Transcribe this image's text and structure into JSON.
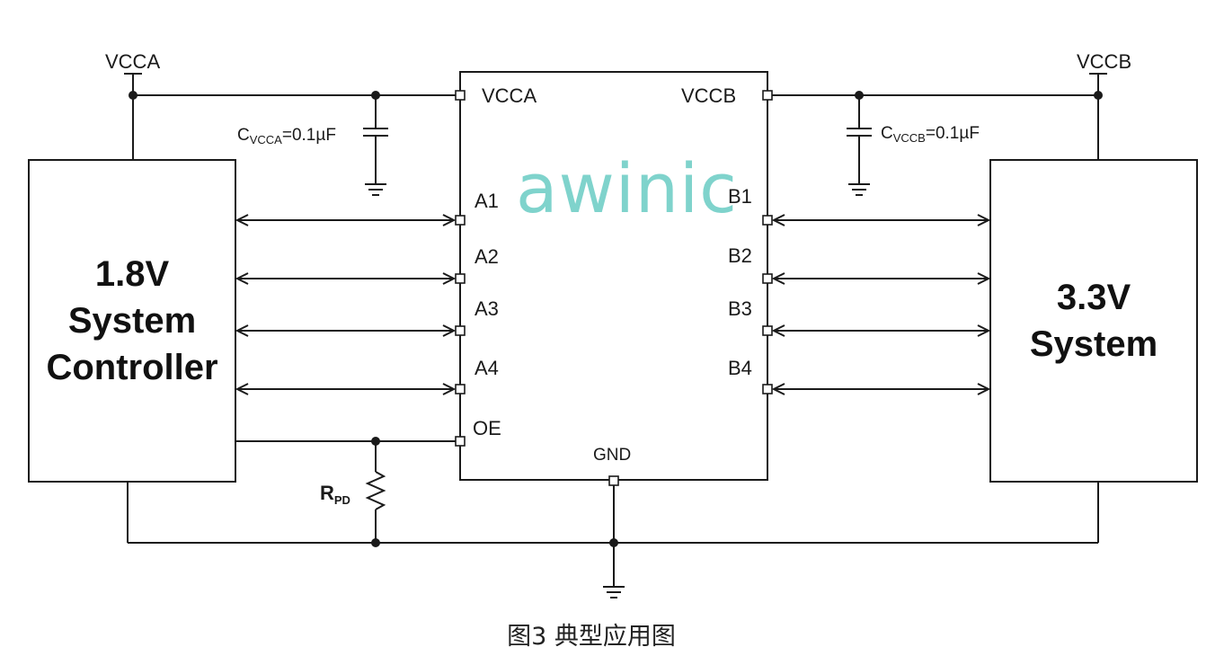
{
  "diagram": {
    "supply_a": "VCCA",
    "supply_b": "VCCB",
    "cap_a": {
      "prefix": "C",
      "sub": "VCCA",
      "value": "=0.1µF"
    },
    "cap_b": {
      "prefix": "C",
      "sub": "VCCB",
      "value": "=0.1µF"
    },
    "logo": "awinic",
    "chip_pins": {
      "vcca": "VCCA",
      "vccb": "VCCB",
      "a1": "A1",
      "a2": "A2",
      "a3": "A3",
      "a4": "A4",
      "b1": "B1",
      "b2": "B2",
      "b3": "B3",
      "b4": "B4",
      "oe": "OE",
      "gnd": "GND"
    },
    "resistor": {
      "prefix": "R",
      "sub": "PD"
    },
    "left_block": {
      "line1": "1.8V",
      "line2": "System",
      "line3": "Controller"
    },
    "right_block": {
      "line1": "3.3V",
      "line2": "System"
    }
  },
  "caption": "图3 典型应用图"
}
